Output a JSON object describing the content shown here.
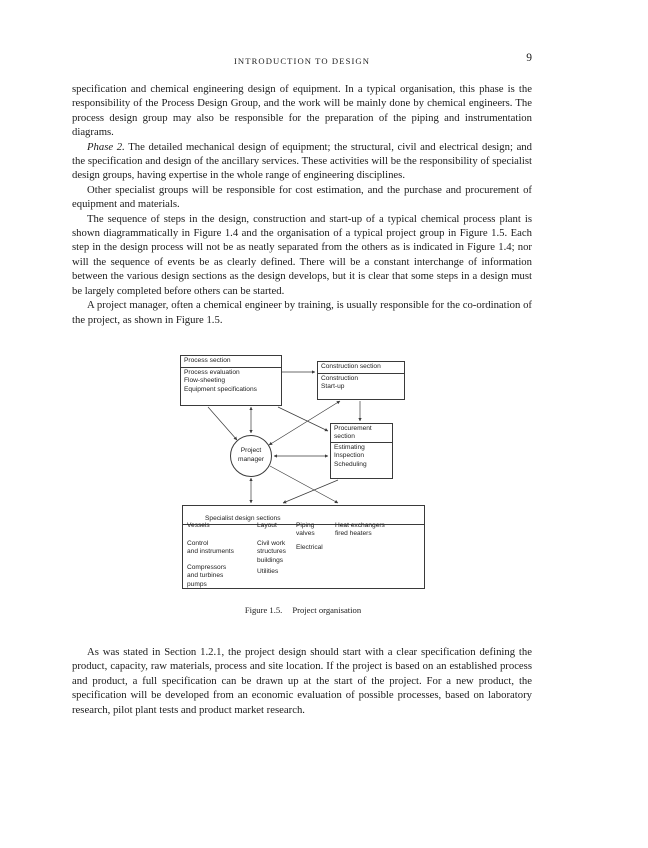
{
  "header": {
    "title": "INTRODUCTION TO DESIGN",
    "page_number": "9"
  },
  "paragraphs": [
    {
      "text": "specification and chemical engineering design of equipment. In a typical organisation, this phase is the responsibility of the Process Design Group, and the work will be mainly done by chemical engineers. The process design group may also be responsible for the preparation of the piping and instrumentation diagrams."
    },
    {
      "lead": "Phase 2.",
      "text": " The detailed mechanical design of equipment; the structural, civil and electrical design; and the specification and design of the ancillary services. These activities will be the responsibility of specialist design groups, having expertise in the whole range of engineering disciplines."
    },
    {
      "text": "Other specialist groups will be responsible for cost estimation, and the purchase and procurement of equipment and materials."
    },
    {
      "text": "The sequence of steps in the design, construction and start-up of a typical chemical process plant is shown diagrammatically in Figure 1.4 and the organisation of a typical project group in Figure 1.5. Each step in the design process will not be as neatly separated from the others as is indicated in Figure 1.4; nor will the sequence of events be as clearly defined. There will be a constant interchange of information between the various design sections as the design develops, but it is clear that some steps in a design must be largely completed before others can be started."
    },
    {
      "text": "A project manager, often a chemical engineer by training, is usually responsible for the co-ordination of the project, as shown in Figure 1.5."
    },
    {
      "text": "As was stated in Section 1.2.1, the project design should start with a clear specification defining the product, capacity, raw materials, process and site location. If the project is based on an established process and product, a full specification can be drawn up at the start of the project. For a new product, the specification will be developed from an economic evaluation of possible processes, based on laboratory research, pilot plant tests and product market research."
    }
  ],
  "figure": {
    "caption_label": "Figure 1.5.",
    "caption_text": "Project organisation",
    "process_section": {
      "title": "Process section",
      "items": "Process evaluation\nFlow-sheeting\nEquipment specifications"
    },
    "construction_section": {
      "title": "Construction section",
      "items": "Construction\nStart-up"
    },
    "procurement_section": {
      "title": "Procurement\nsection",
      "items": "Estimating\nInspection\nScheduling"
    },
    "project_manager": "Project\nmanager",
    "specialist": {
      "title": "Specialist design sections",
      "vessels": "Vessels",
      "layout": "Layout",
      "piping_valves": "Piping\nvalves",
      "heat_exchangers": "Heat exchangers\nfired heaters",
      "control_instruments": "Control\nand instruments",
      "civil_work": "Civil work\nstructures\nbuildings",
      "electrical": "Electrical",
      "compressors": "Compressors\nand turbines\npumps",
      "utilities": "Utilities"
    },
    "line_color": "#3a3a3a"
  }
}
